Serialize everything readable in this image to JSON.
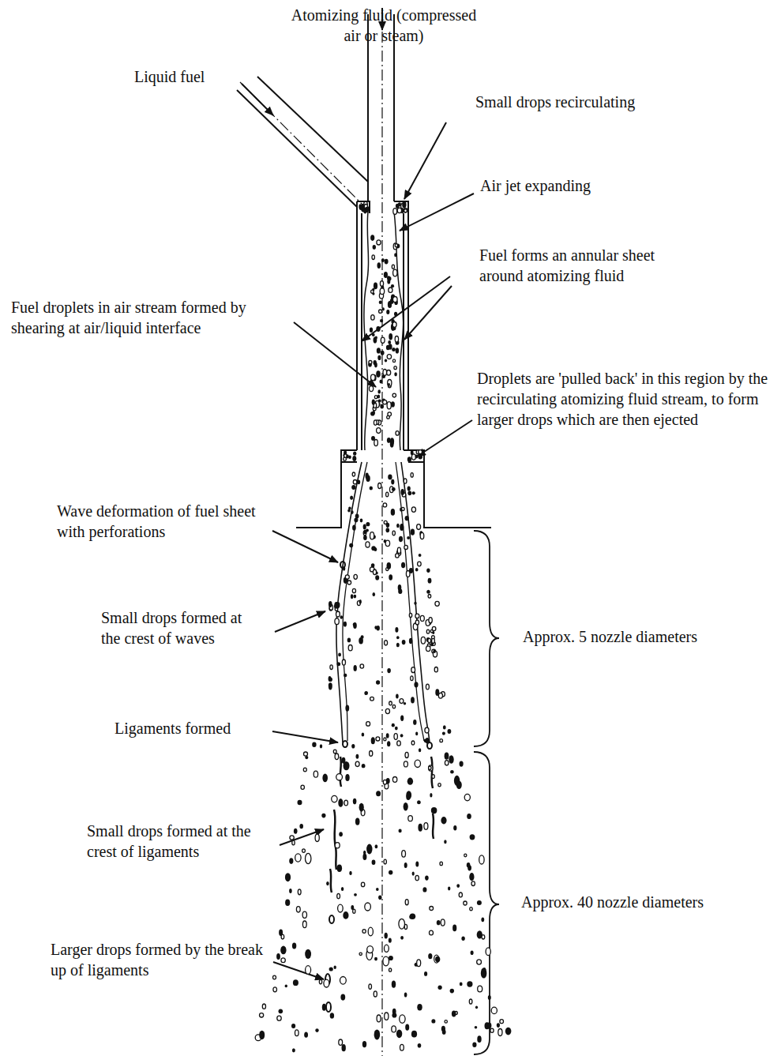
{
  "diagram": {
    "labels": [
      "Atomizing fluid (compressed air or steam)",
      "Liquid fuel",
      "Small drops recirculating",
      "Air jet expanding",
      "Fuel forms an annular sheet around atomizing fluid",
      "Fuel droplets in air stream formed by shearing at air/liquid interface",
      "Droplets are 'pulled back' in this region by the recirculating atomizing fluid stream, to form larger drops which are then ejected",
      "Wave deformation of fuel sheet with perforations",
      "Small drops formed at the crest of waves",
      "Approx. 5 nozzle diameters",
      "Ligaments formed",
      "Small drops formed at the crest of ligaments",
      "Approx. 40 nozzle diameters",
      "Larger drops formed by the break up of ligaments"
    ]
  }
}
